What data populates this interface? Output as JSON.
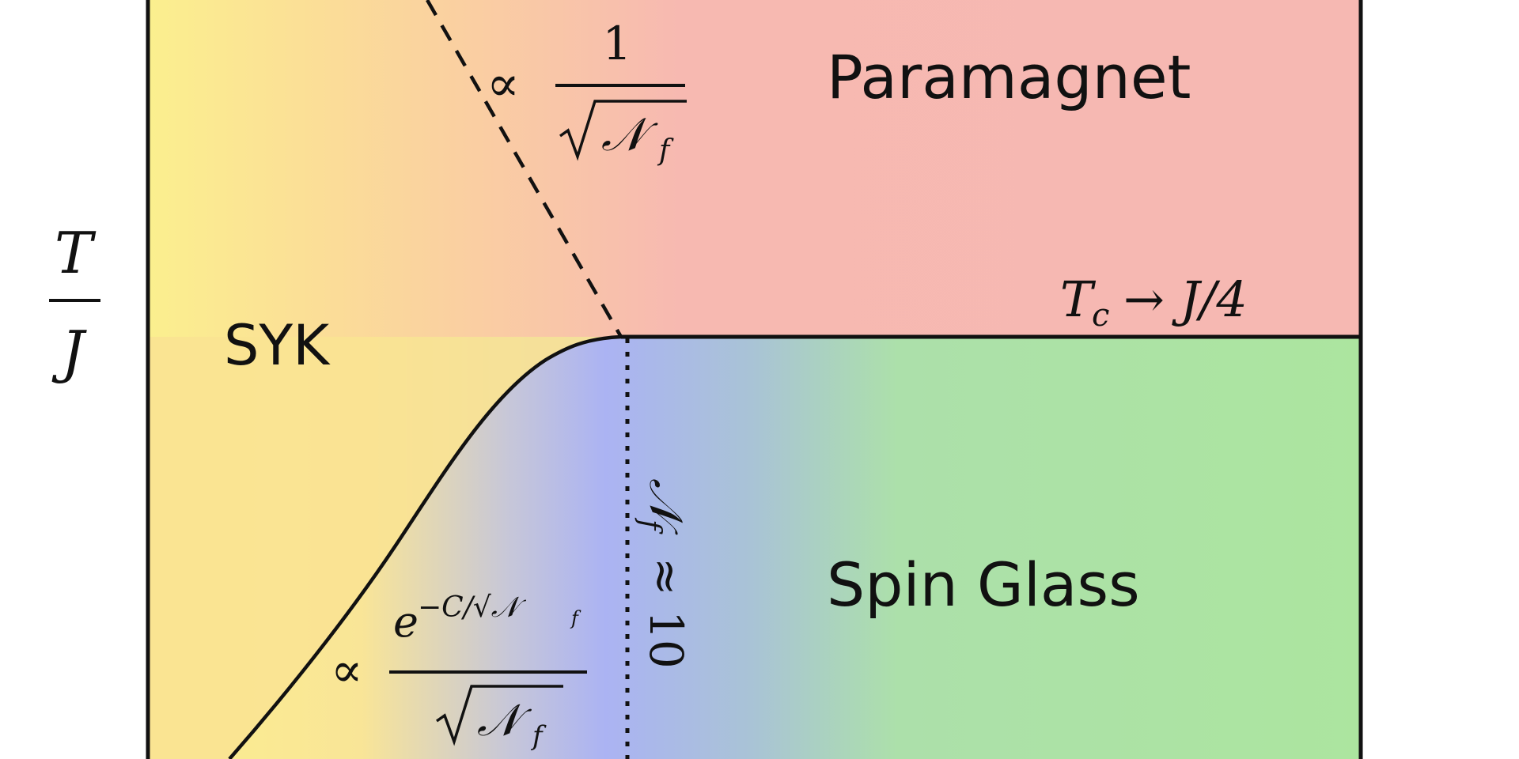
{
  "axis": {
    "y_label_numerator": "T",
    "y_label_denominator": "J"
  },
  "regions": {
    "paramagnet": "Paramagnet",
    "syk": "SYK",
    "spin_glass": "Spin Glass"
  },
  "annotations": {
    "dashed_prop_symbol": "∝",
    "dashed_numerator": "1",
    "dashed_sqrt": "√",
    "dashed_denominator": "𝒩",
    "dashed_denominator_sub": "f",
    "tc_label_T": "T",
    "tc_label_sub": "c",
    "tc_label_rest": "→ J/4",
    "vertical_label_N": "𝒩",
    "vertical_label_sub": "f",
    "vertical_label_rest": "≈ 10",
    "lower_prop_symbol": "∝",
    "lower_numerator_e": "e",
    "lower_numerator_exp": "−C/√𝒩",
    "lower_numerator_exp_sub": "f",
    "lower_sqrt": "√",
    "lower_denominator": "𝒩",
    "lower_denominator_sub": "f"
  },
  "colors": {
    "syk_yellow": "#fbf08e",
    "paramagnet_pink": "#f7b8b3",
    "blue_region": "#aab2f5",
    "spin_glass_green": "#ade6a0",
    "frame": "#111111"
  }
}
